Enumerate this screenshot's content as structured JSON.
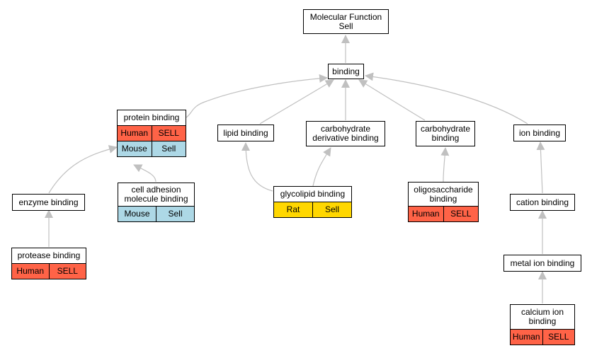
{
  "colors": {
    "human": "#ff6347",
    "mouse": "#add8e6",
    "rat": "#ffd700",
    "edge": "#c0c0c0"
  },
  "nodes": {
    "mf": {
      "title": "Molecular Function\nSell"
    },
    "binding": {
      "title": "binding"
    },
    "protein": {
      "title": "protein binding",
      "rows": [
        [
          "Human",
          "SELL"
        ],
        [
          "Mouse",
          "Sell"
        ]
      ]
    },
    "lipid": {
      "title": "lipid binding"
    },
    "carbderiv": {
      "title": "carbohydrate\nderivative binding"
    },
    "carb": {
      "title": "carbohydrate\nbinding"
    },
    "ion": {
      "title": "ion binding"
    },
    "enzyme": {
      "title": "enzyme binding"
    },
    "celladh": {
      "title": "cell adhesion\nmolecule binding",
      "rows": [
        [
          "Mouse",
          "Sell"
        ]
      ]
    },
    "glycolipid": {
      "title": "glycolipid binding",
      "rows": [
        [
          "Rat",
          "Sell"
        ]
      ]
    },
    "oligo": {
      "title": "oligosaccharide\nbinding",
      "rows": [
        [
          "Human",
          "SELL"
        ]
      ]
    },
    "cation": {
      "title": "cation binding"
    },
    "protease": {
      "title": "protease binding",
      "rows": [
        [
          "Human",
          "SELL"
        ]
      ]
    },
    "metal": {
      "title": "metal ion binding"
    },
    "calcium": {
      "title": "calcium ion\nbinding",
      "rows": [
        [
          "Human",
          "SELL"
        ]
      ]
    }
  }
}
